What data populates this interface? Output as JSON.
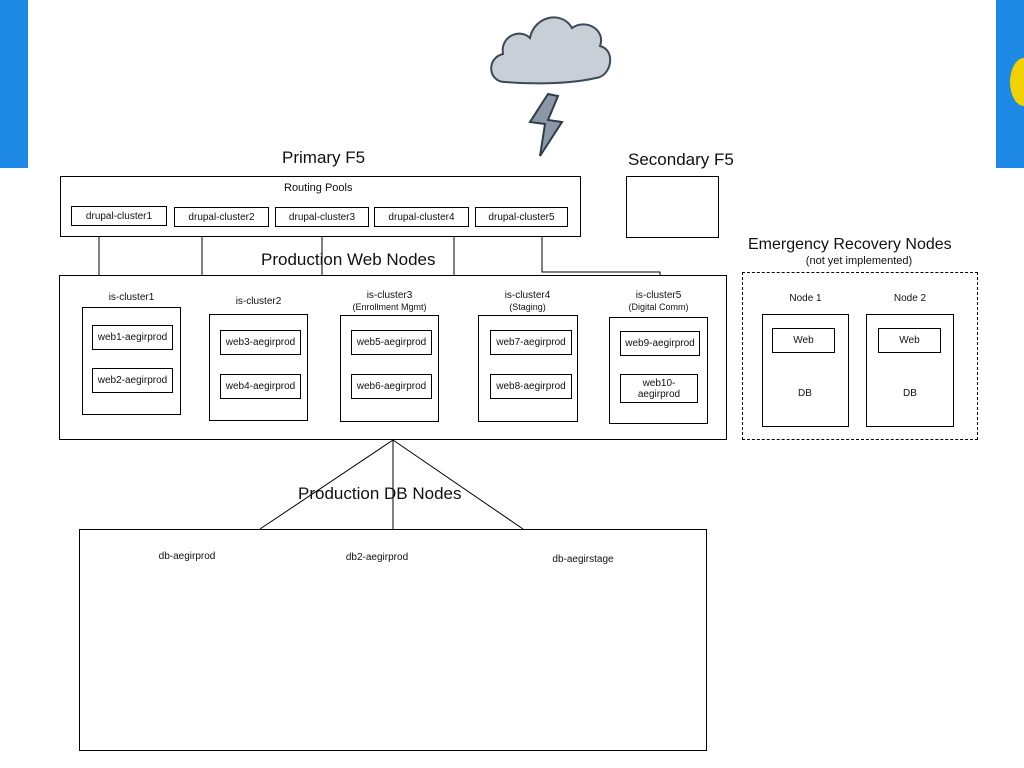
{
  "primary_f5": {
    "title": "Primary F5",
    "routing_pools_label": "Routing Pools",
    "pools": [
      "drupal-cluster1",
      "drupal-cluster2",
      "drupal-cluster3",
      "drupal-cluster4",
      "drupal-cluster5"
    ]
  },
  "secondary_f5": {
    "title": "Secondary F5"
  },
  "web_nodes": {
    "title": "Production Web Nodes",
    "clusters": [
      {
        "name": "is-cluster1",
        "subtitle": "",
        "nodes": [
          "web1-aegirprod",
          "web2-aegirprod"
        ]
      },
      {
        "name": "is-cluster2",
        "subtitle": "",
        "nodes": [
          "web3-aegirprod",
          "web4-aegirprod"
        ]
      },
      {
        "name": "is-cluster3",
        "subtitle": "(Enrollment Mgmt)",
        "nodes": [
          "web5-aegirprod",
          "web6-aegirprod"
        ]
      },
      {
        "name": "is-cluster4",
        "subtitle": "(Staging)",
        "nodes": [
          "web7-aegirprod",
          "web8-aegirprod"
        ]
      },
      {
        "name": "is-cluster5",
        "subtitle": "(Digital Comm)",
        "nodes": [
          "web9-aegirprod",
          "web10-\naegirprod"
        ]
      }
    ]
  },
  "emergency": {
    "title": "Emergency Recovery Nodes",
    "subtitle": "(not yet implemented)",
    "nodes": [
      {
        "name": "Node 1",
        "web": "Web",
        "db": "DB"
      },
      {
        "name": "Node 2",
        "web": "Web",
        "db": "DB"
      }
    ]
  },
  "db_nodes": {
    "title": "Production DB Nodes",
    "databases": [
      "db-aegirprod",
      "db2-aegirprod",
      "db-aegirstage"
    ]
  }
}
